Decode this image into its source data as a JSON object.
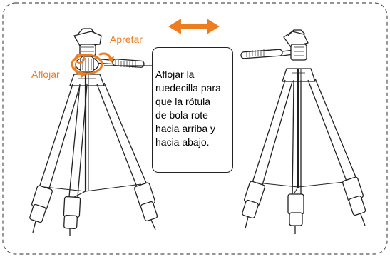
{
  "labels": {
    "tighten": "Apretar",
    "loosen": "Aflojar"
  },
  "callout": {
    "text": "Aflojar la\nruedecilla para\nque la rótula\nde bola rote\nhacia arriba y\nhacia abajo."
  },
  "colors": {
    "accent": "#ee7d22",
    "line": "#222222",
    "dashed_border": "#555555"
  },
  "icons": {
    "direction_arrow": "double-headed-horizontal-arrow",
    "rotation_arrows": "curved-rotation-arrows"
  }
}
